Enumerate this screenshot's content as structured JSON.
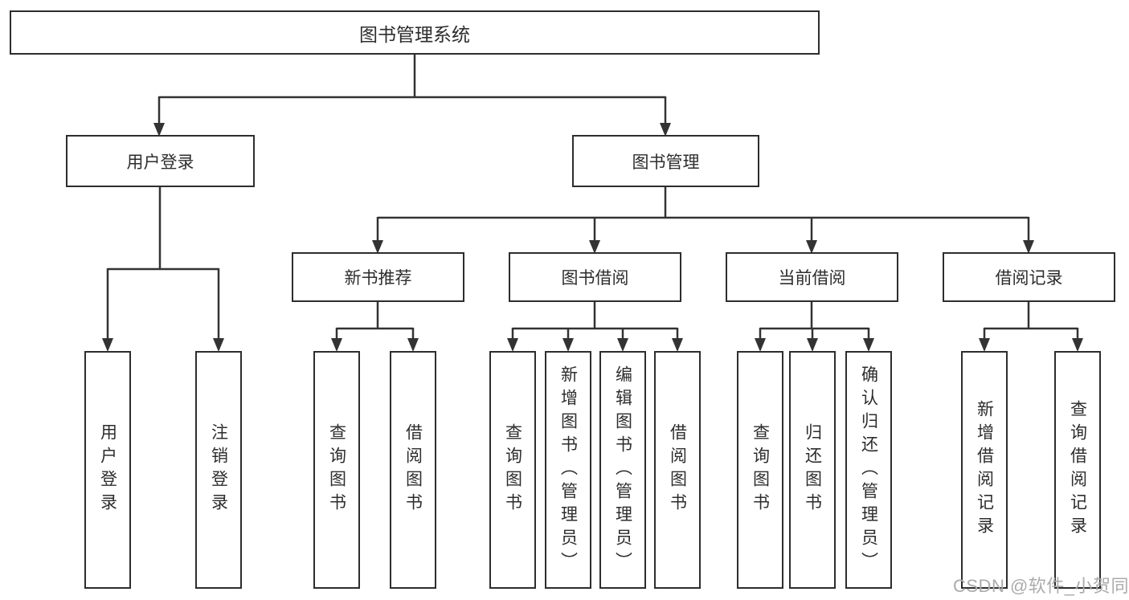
{
  "meta": {
    "background_color": "#ffffff",
    "line_color": "#333333",
    "box_border_color": "#2d2d2d",
    "text_color": "#2d2d2d",
    "watermark_color": "#ababab"
  },
  "root": {
    "label": "图书管理系统"
  },
  "branches": [
    {
      "label": "用户登录"
    },
    {
      "label": "图书管理"
    }
  ],
  "modules": [
    {
      "label": "新书推荐"
    },
    {
      "label": "图书借阅"
    },
    {
      "label": "当前借阅"
    },
    {
      "label": "借阅记录"
    }
  ],
  "leaves": {
    "user_login": [
      {
        "label": "用户登录"
      },
      {
        "label": "注销登录"
      }
    ],
    "new_book": [
      {
        "label": "查询图书"
      },
      {
        "label": "借阅图书"
      }
    ],
    "book_borrow": [
      {
        "label": "查询图书"
      },
      {
        "label": "新增图书（管理员）"
      },
      {
        "label": "编辑图书（管理员）"
      },
      {
        "label": "借阅图书"
      }
    ],
    "current_borrow": [
      {
        "label": "查询图书"
      },
      {
        "label": "归还图书"
      },
      {
        "label": "确认归还（管理员）"
      }
    ],
    "borrow_records": [
      {
        "label": "新增借阅记录"
      },
      {
        "label": "查询借阅记录"
      }
    ]
  },
  "watermark": "CSDN @软件_小贺同学"
}
